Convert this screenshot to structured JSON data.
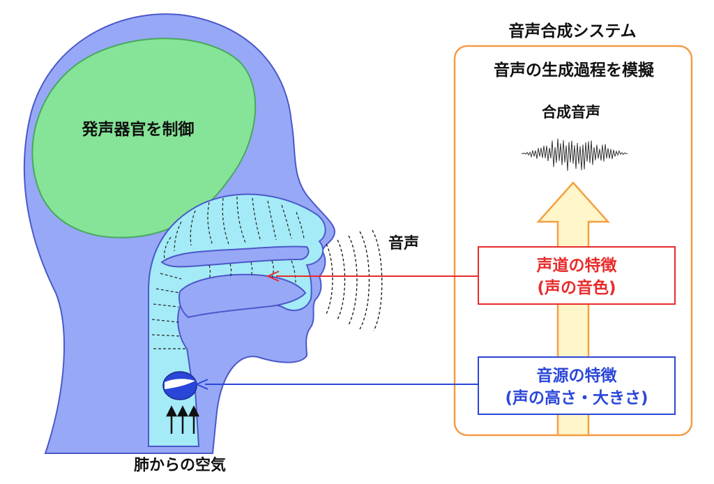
{
  "labels": {
    "control": "発声器官を制御",
    "lung_air": "肺からの空気",
    "voice": "音声",
    "system_title": "音声合成システム",
    "system_subtitle": "音声の生成過程を模擬",
    "synth_voice": "合成音声"
  },
  "vocal_tract_box": {
    "line1": "声道の特徴",
    "line2": "(声の音色)"
  },
  "source_box": {
    "line1": "音源の特徴",
    "line2": "(声の高さ・大きさ)"
  },
  "colors": {
    "head": "#97A8F7",
    "brain": "#85E497",
    "tract": "#A4EBF7",
    "orange": "#F49A43",
    "red": "#E82A2A",
    "blue": "#2A46D8",
    "arrow_fill": "#FFF6C9",
    "arrow_stroke": "#F4A040"
  }
}
